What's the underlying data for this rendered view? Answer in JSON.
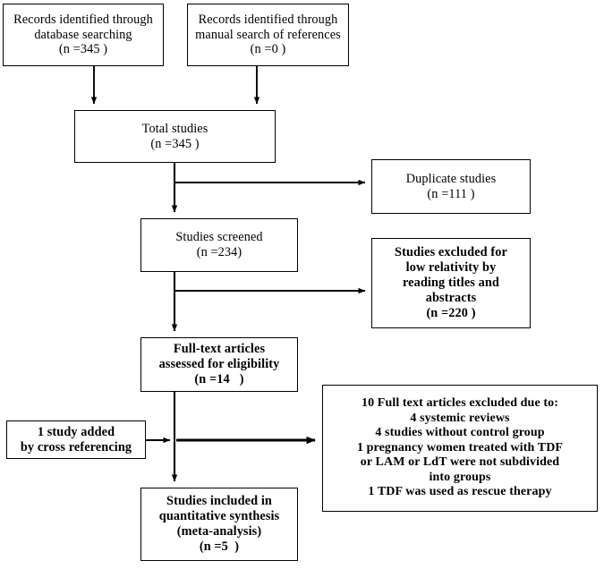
{
  "diagram": {
    "title": "PRISMA study selection flow diagram",
    "type": "flowchart",
    "background_color": "#ffffff",
    "line_color": "#000000"
  },
  "nodes": {
    "records_database": {
      "name": "records-identified-database",
      "lines": [
        "Records identified through",
        "database searching",
        "(n =345 )"
      ]
    },
    "records_manual": {
      "name": "records-identified-manual",
      "lines": [
        "Records identified through",
        "manual search of references",
        "(n =0 )"
      ]
    },
    "total_studies": {
      "name": "total-studies",
      "lines": [
        "Total studies",
        "(n =345 )"
      ]
    },
    "duplicate_studies": {
      "name": "duplicate-studies",
      "lines": [
        "Duplicate studies",
        "(n =111 )"
      ]
    },
    "studies_screened": {
      "name": "studies-screened",
      "lines": [
        "Studies screened",
        "(n =234)"
      ]
    },
    "studies_excluded_low": {
      "name": "studies-excluded-low-relativity",
      "lines": [
        "Studies excluded for",
        "low relativity by",
        "reading titles and",
        "abstracts",
        "(n =220 )"
      ]
    },
    "fulltext_assessed": {
      "name": "full-text-articles-assessed",
      "lines": [
        "Full-text articles",
        "assessed for eligibility",
        "(n =14   )"
      ]
    },
    "cross_referencing": {
      "name": "study-added-cross-referencing",
      "lines": [
        "1 study added",
        "by cross referencing"
      ]
    },
    "fulltext_excluded": {
      "name": "full-text-articles-excluded-reasons",
      "lines": [
        "10 Full text articles excluded due to:",
        "4 systemic reviews",
        "4 studies without control group",
        "1 pregnancy women treated with TDF",
        "or LAM or LdT were not subdivided",
        "into groups",
        "1 TDF was used as rescue therapy"
      ]
    },
    "studies_included": {
      "name": "studies-included-quantitative-synthesis",
      "lines": [
        "Studies included in",
        "quantitative synthesis",
        "(meta-analysis)",
        "(n =5  )"
      ]
    }
  }
}
